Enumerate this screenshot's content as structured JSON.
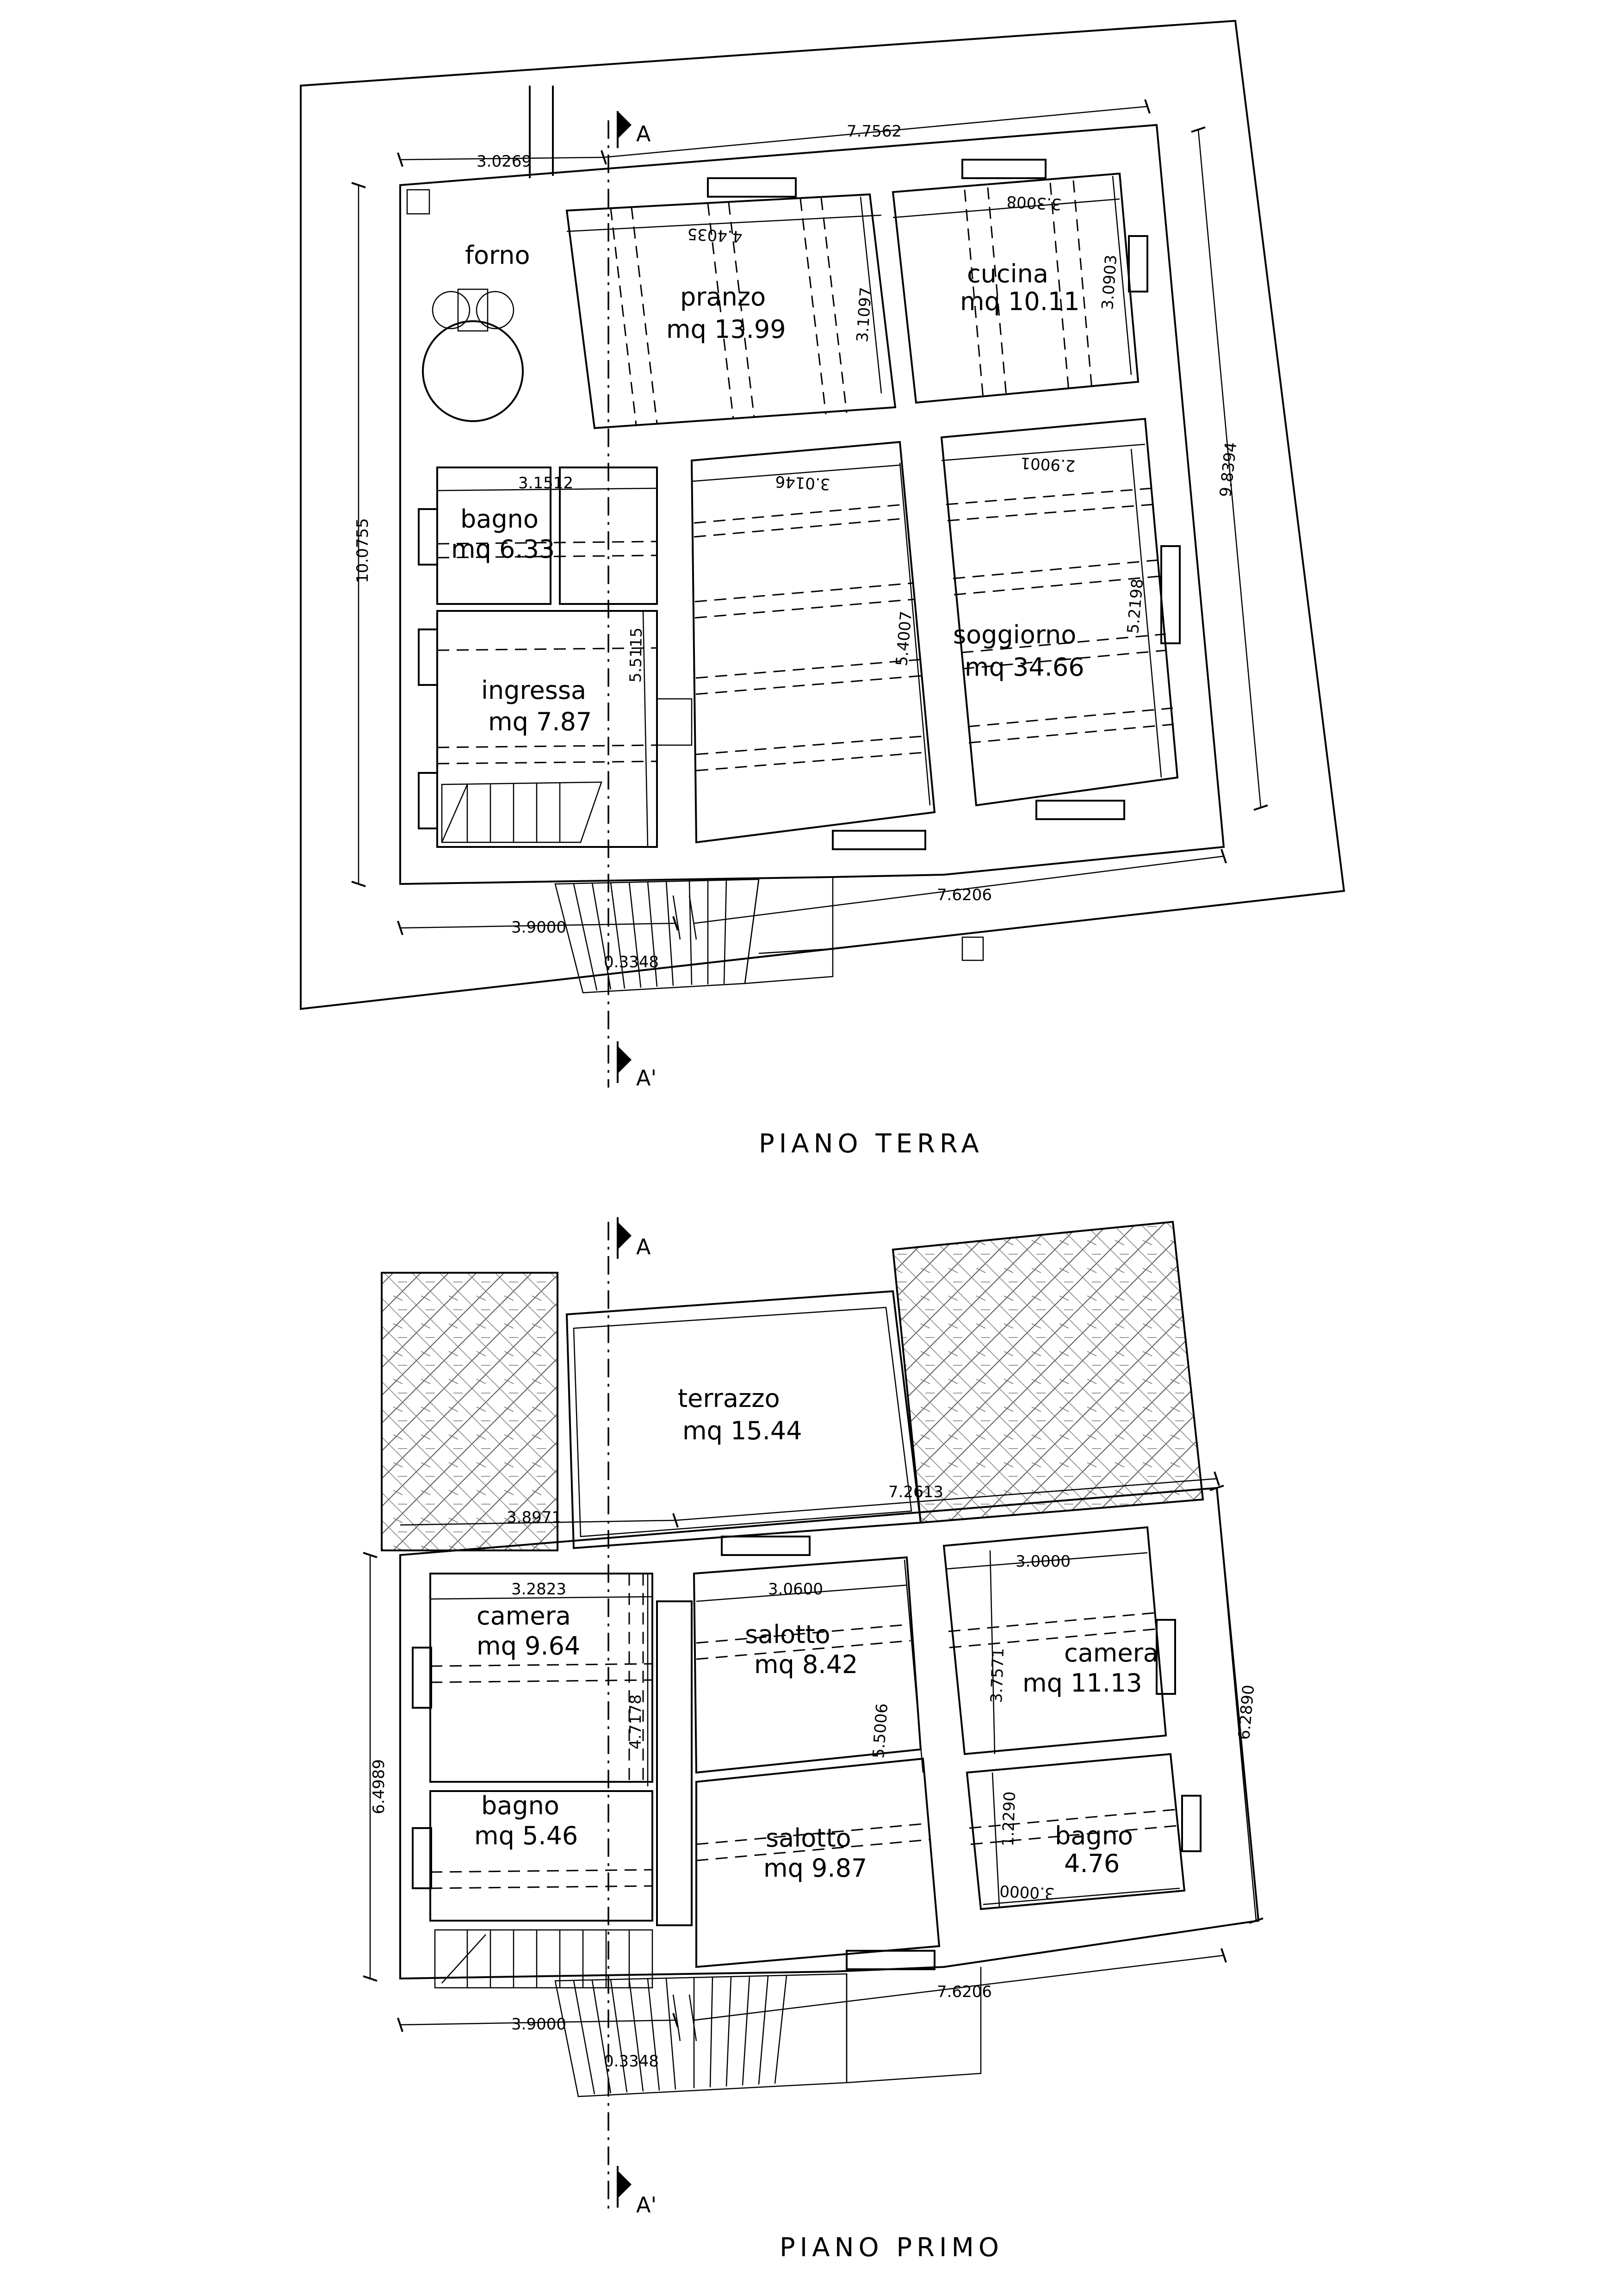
{
  "floors": {
    "ground": {
      "title": "PIANO   TERRA",
      "rooms": {
        "forno": {
          "name": "forno"
        },
        "pranzo": {
          "name": "pranzo",
          "area": "mq 13.99"
        },
        "cucina": {
          "name": "cucina",
          "area": "mq 10.11"
        },
        "bagno": {
          "name": "bagno",
          "area": "mq 6.33"
        },
        "ingresso": {
          "name": "ingressa",
          "area": "mq 7.87"
        },
        "soggiorno": {
          "name": "soggiorno",
          "area": "mq 34.66"
        }
      },
      "dimensions": {
        "d1": "3.0269",
        "d2": "7.7562",
        "d3": "4.4035",
        "d4": "3.3008",
        "d5": "3.1097",
        "d6": "3.0903",
        "d7": "3.1512",
        "d8": "3.0146",
        "d9": "2.9001",
        "d10": "10.0755",
        "d11": "9.8394",
        "d12": "5.5115",
        "d13": "5.4007",
        "d14": "5.2198",
        "d15": "3.9000",
        "d16": "7.6206",
        "d17": "0.3348"
      },
      "section": {
        "top": "A",
        "bottom": "A'"
      }
    },
    "first": {
      "title": "PIANO     PRIMO",
      "rooms": {
        "terrazzo": {
          "name": "terrazzo",
          "area": "mq 15.44"
        },
        "camera1": {
          "name": "camera",
          "area": "mq 9.64"
        },
        "salotto1": {
          "name": "salotto",
          "area": "mq 8.42"
        },
        "camera2": {
          "name": "camera",
          "area": "mq 11.13"
        },
        "bagno1": {
          "name": "bagno",
          "area": "mq 5.46"
        },
        "salotto2": {
          "name": "salotto",
          "area": "mq 9.87"
        },
        "bagno2": {
          "name": "bagno",
          "area": "4.76"
        }
      },
      "dimensions": {
        "d1": "3.8971",
        "d2": "7.2613",
        "d3": "3.2823",
        "d4": "3.0600",
        "d5": "3.0000",
        "d6": "4.7178",
        "d7": "5.5006",
        "d8": "3.7571",
        "d9": "6.4989",
        "d10": "6.2890",
        "d11": "1.2290",
        "d12": "3.0000",
        "d13": "3.9000",
        "d14": "7.6206",
        "d15": "0.3348"
      },
      "section": {
        "top": "A",
        "bottom": "A'"
      }
    }
  }
}
